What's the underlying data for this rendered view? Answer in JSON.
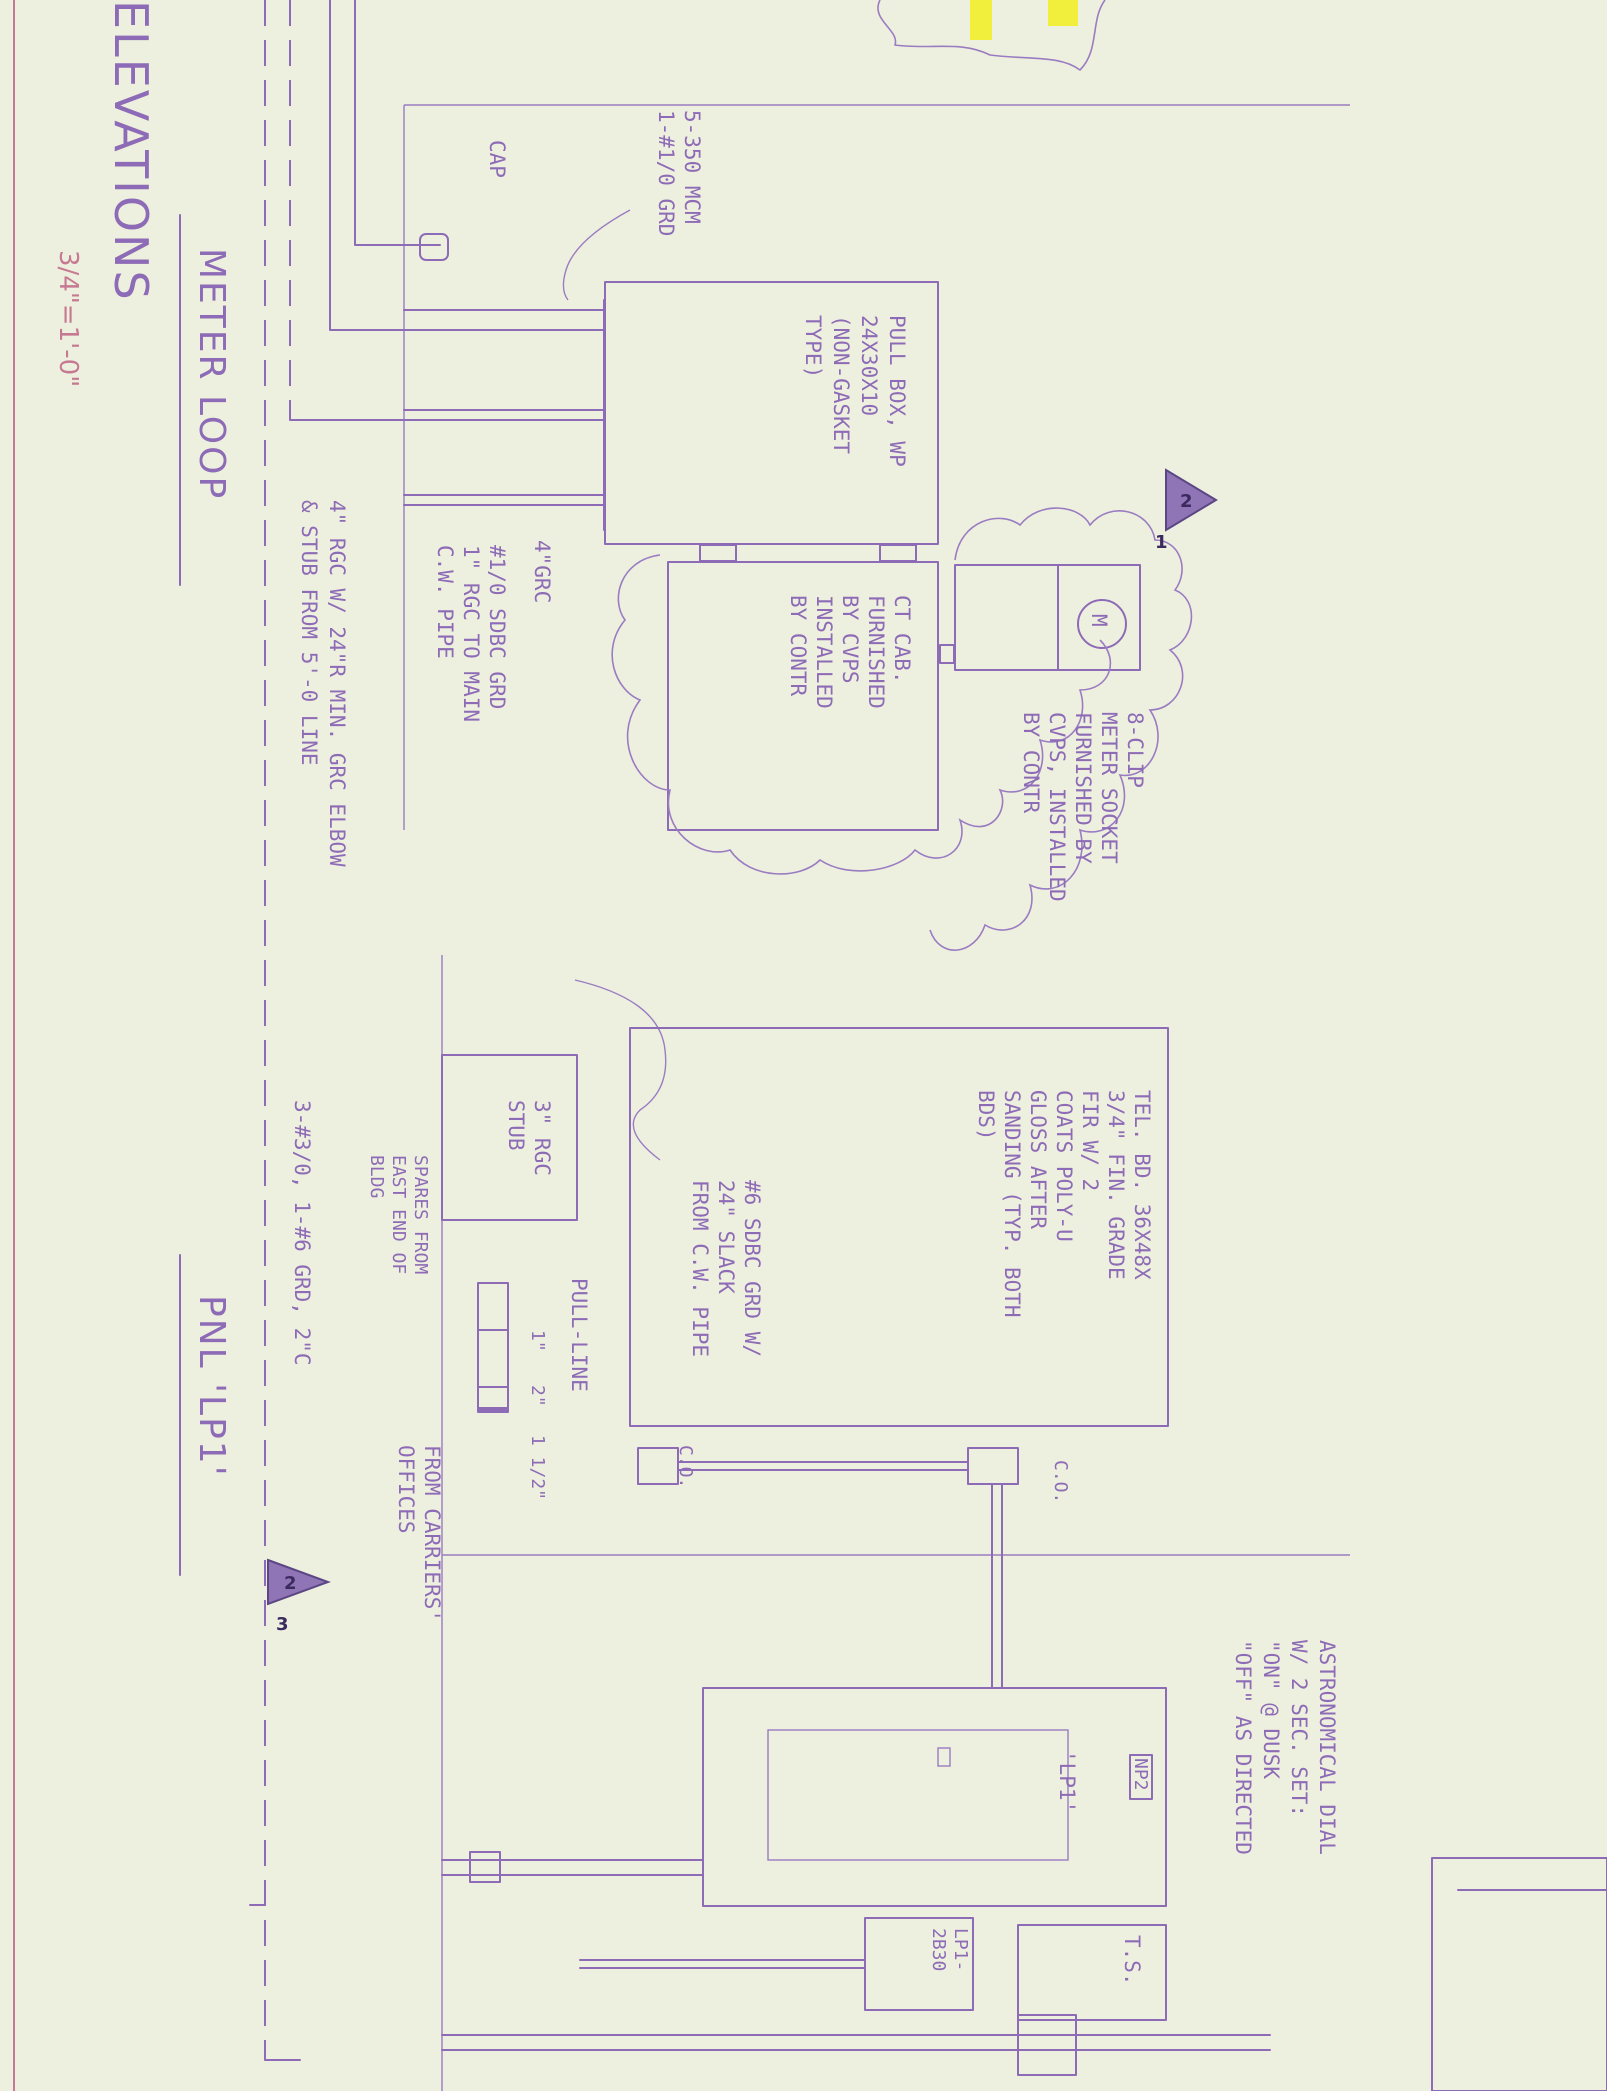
{
  "titles": {
    "elevations": "ELEVATIONS",
    "scale": "3/4\"=1'-0\"",
    "meter_loop": "METER LOOP",
    "panel": "PNL 'LP1'"
  },
  "revision_tags": [
    {
      "number": "2",
      "subscript": "1"
    },
    {
      "number": "2",
      "subscript": "3"
    }
  ],
  "meter_loop_notes": {
    "wire": [
      "5-350 MCM",
      "1-#1/0 GRD"
    ],
    "cap": "CAP",
    "pull_box": [
      "PULL BOX, WP",
      "24X30X10",
      "(NON-GASKET",
      "TYPE)"
    ],
    "ct_cab": [
      "CT CAB.",
      "FURNISHED",
      "BY CVPS",
      "INSTALLED",
      "BY CONTR"
    ],
    "meter_symbol": "M",
    "meter_socket": [
      "8-CLIP",
      "METER SOCKET",
      "FURNISHED BY",
      "CVPS, INSTALLED",
      "BY CONTR"
    ],
    "grc": "4\"GRC",
    "ground": [
      "#1/0 SDBC GRD",
      "1\" RGC TO MAIN",
      "C.W. PIPE"
    ],
    "stub": [
      "4\" RGC W/ 24\"R MIN. GRC ELBOW",
      "& STUB FROM 5'-0 LINE"
    ]
  },
  "panel_notes": {
    "tel_bd": [
      "TEL. BD. 36X48X",
      "3/4\" FIN. GRADE",
      "FIR W/ 2",
      "COATS POLY-U",
      "GLOSS AFTER",
      "SANDING (TYP. BOTH",
      "BDS)"
    ],
    "ground": [
      "#6 SDBC GRD W/",
      "24\" SLACK",
      "FROM C.W. PIPE"
    ],
    "stub": [
      "3\" RGC",
      "STUB"
    ],
    "pull_line": "PULL-LINE",
    "conduit_sizes": [
      "1\"",
      "2\"",
      "1 1/2\""
    ],
    "spares": [
      "SPARES FROM",
      "EAST END OF",
      "BLDG"
    ],
    "carriers": [
      "FROM CARRIERS'",
      "OFFICES"
    ],
    "feeder": "3-#3/0, 1-#6 GRD, 2\"C",
    "co_left": "C.O.",
    "co_right": "C.O.",
    "astronomical": [
      "ASTRONOMICAL DIAL",
      "W/ 2 SEC. SET:",
      "\"ON\" @ DUSK",
      "\"OFF\" AS DIRECTED"
    ],
    "panel_label": "'LP1'",
    "np_tag": "NP2",
    "ts": "T.S.",
    "lp1_box": [
      "LP1-",
      "2B30"
    ]
  },
  "colors": {
    "paper": "#eef0df",
    "ink": "#8d6bb6",
    "red_ink": "#c67a92",
    "highlight": "#f2ee3c"
  }
}
